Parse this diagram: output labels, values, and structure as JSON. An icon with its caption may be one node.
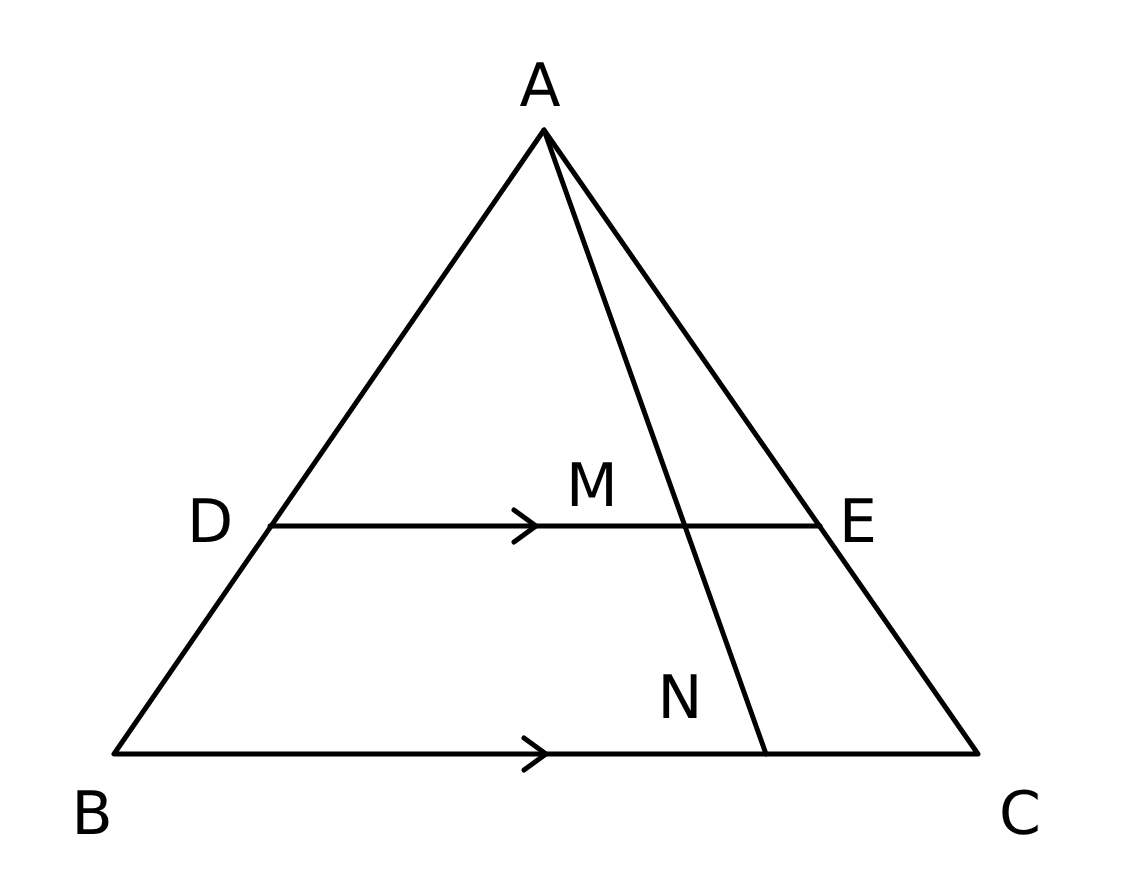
{
  "diagram": {
    "labels": [
      "A",
      "D",
      "M",
      "E",
      "N",
      "B",
      "C"
    ]
  }
}
